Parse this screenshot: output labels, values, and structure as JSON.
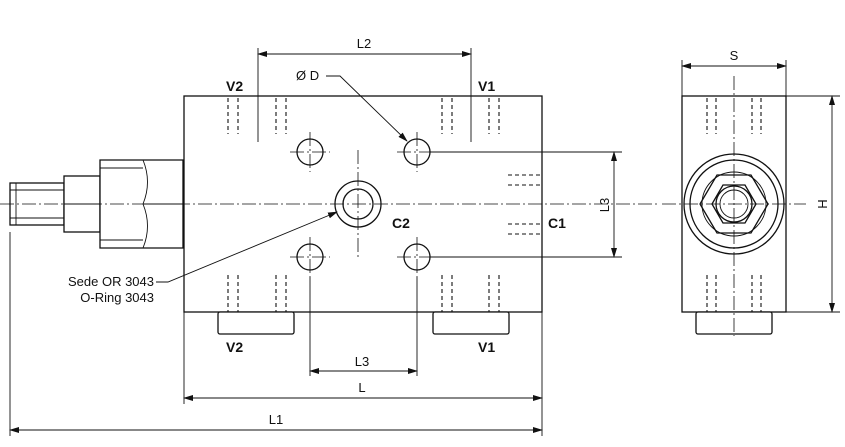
{
  "labels": {
    "L2": "L2",
    "diameter": "Ø D",
    "V2_top": "V2",
    "V1_top": "V1",
    "C2": "C2",
    "C1": "C1",
    "L3_side": "L3",
    "sede": "Sede OR 3043",
    "oring": "O-Ring 3043",
    "V2_bottom": "V2",
    "V1_bottom": "V1",
    "L3_bottom": "L3",
    "L": "L",
    "L1": "L1",
    "S": "S",
    "H": "H"
  }
}
